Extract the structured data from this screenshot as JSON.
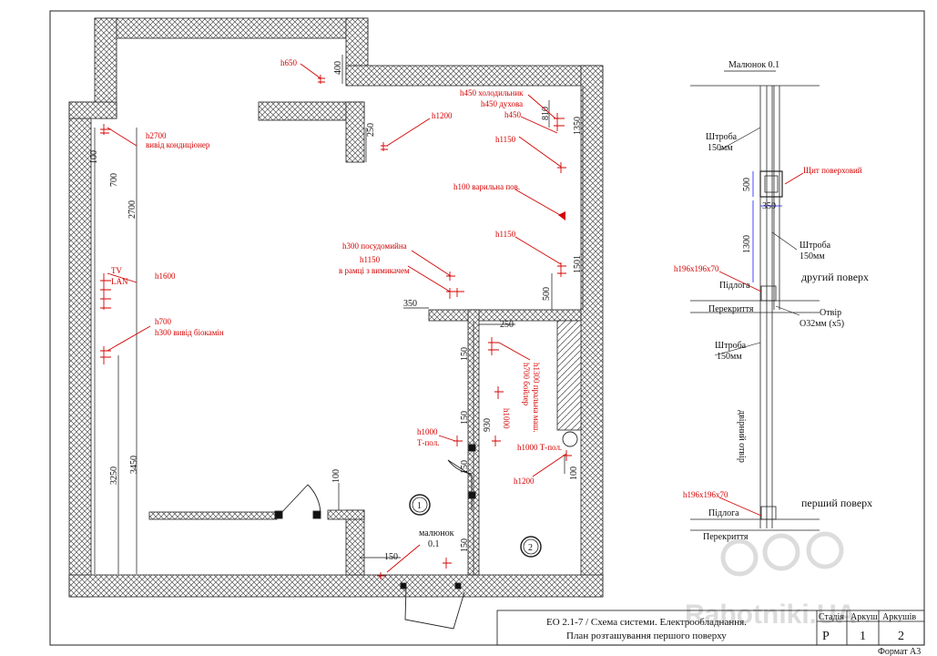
{
  "plan": {
    "dims": {
      "d400": "400",
      "d250a": "250",
      "d100a": "100",
      "d700": "700",
      "d2700": "2700",
      "d3250": "3250",
      "d3450": "3450",
      "d100b": "100",
      "d150a": "150",
      "d150b": "150",
      "d150c": "150",
      "d150d": "150",
      "d350": "350",
      "d250b": "250",
      "d930": "930",
      "d100c": "100",
      "d150e": "150",
      "d810": "810",
      "d1350": "1350",
      "d1501": "1501",
      "d500": "500"
    },
    "labels": {
      "h650": "h650",
      "h2700": "h2700",
      "h2700_note": "вивід кондиціонер",
      "tv": "TV",
      "lan": "LAN",
      "h1600": "h1600",
      "h700": "h700",
      "h300_bio": "h300 вивід біокамін",
      "h1200_top": "h1200",
      "h450_fridge": "h450 холодильник",
      "h450_oven": "h450 духова",
      "h450": "h450",
      "h1150_a": "h1150",
      "h100_hob": "h100 варильна пов.",
      "h1150_b": "h1150",
      "h300_dish": "h300 посудомийна",
      "h1150_c": "h1150",
      "h1150_c_note": "в рамці з вимикачем",
      "h1300_washer": "h1300 пральна маш.",
      "h700_boiler": "h700 бойлер",
      "h1000_v": "h1000",
      "h1000_left": "h1000",
      "h1000_left_note": "Т-пол.",
      "h1000_right": "h1000 Т-пол.",
      "h1200_bottom": "h1200",
      "malunok": "малюнок",
      "malunok_num": "0.1",
      "circle1": "1",
      "circle2": "2"
    }
  },
  "detail": {
    "title": "Малюнок 0.1",
    "shtroba_top": "Штроба",
    "shtroba_top_size": "150мм",
    "shield": "Щит поверховий",
    "dim500": "500",
    "dim350": "350",
    "dim1300": "1300",
    "shtroba_mid": "Штроба",
    "shtroba_mid_size": "150мм",
    "box_top": "h196x196x70",
    "floor2": "другий поверх",
    "pidloga_top": "Підлога",
    "perekryttia_top": "Перекриття",
    "otvir": "Отвір",
    "otvir_size": "О32мм (х5)",
    "shtroba_low": "Штроба",
    "shtroba_low_size": "150мм",
    "vertical_note": "двірний отвір",
    "box_bottom": "h196x196x70",
    "floor1": "перший поверх",
    "pidloga_bottom": "Підлога",
    "perekryttia_bottom": "Перекриття"
  },
  "title_block": {
    "line1": "ЕО 2.1-7 / Схема системи. Електрообладнання.",
    "line2": "План розташування першого поверху",
    "h_stage": "Стадія",
    "h_sheet": "Аркуш",
    "h_sheets": "Аркушів",
    "stage": "Р",
    "sheet": "1",
    "sheets": "2",
    "format": "Формат А3"
  },
  "watermark": "Rabotniki.UA",
  "colors": {
    "annotation": "#d40000",
    "line": "#111111",
    "hatch": "#555555",
    "detail_box": "#1a1aff"
  }
}
